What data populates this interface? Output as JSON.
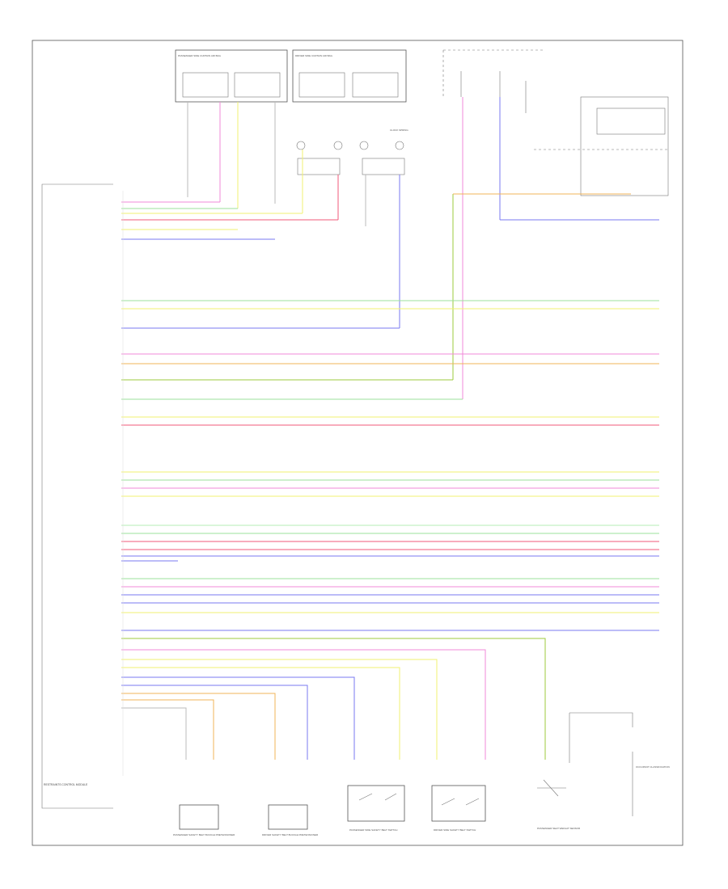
{
  "title": "",
  "labels": {
    "module": "RESTRAINTS CONTROL MODULE",
    "clock_spring": "CLOCK SPRING",
    "connector_top": "",
    "connector_mid": "",
    "connector_bottom": "",
    "footer_code": ""
  },
  "components_top": [
    {
      "label": "PASSENGER SIDE CURTAIN AIR BAG"
    },
    {
      "label": "DRIVER SIDE CURTAIN AIR BAG"
    }
  ],
  "components_bottom": [
    {
      "label": "PASSENGER SAFETY BELT BUCKLE PRETENSIONER"
    },
    {
      "label": "DRIVER SAFETY BELT BUCKLE PRETENSIONER"
    },
    {
      "label": "PASSENGER SIDE SAFETY BELT SWITCH"
    },
    {
      "label": "DRIVER SIDE SAFETY BELT SWITCH"
    },
    {
      "label": "PASSENGER SEAT WEIGHT SENSOR"
    },
    {
      "label": "OCCUPANT CLASSIFICATION"
    }
  ],
  "colors": {
    "pink": "#f08ad8",
    "green": "#9be09b",
    "yellow": "#f2f270",
    "red": "#f05a7a",
    "blue": "#7a7af2",
    "lightgreen": "#b6ecb6",
    "olive": "#9ccb3c",
    "orange": "#f0b45a",
    "gray": "#bbbbbb"
  }
}
